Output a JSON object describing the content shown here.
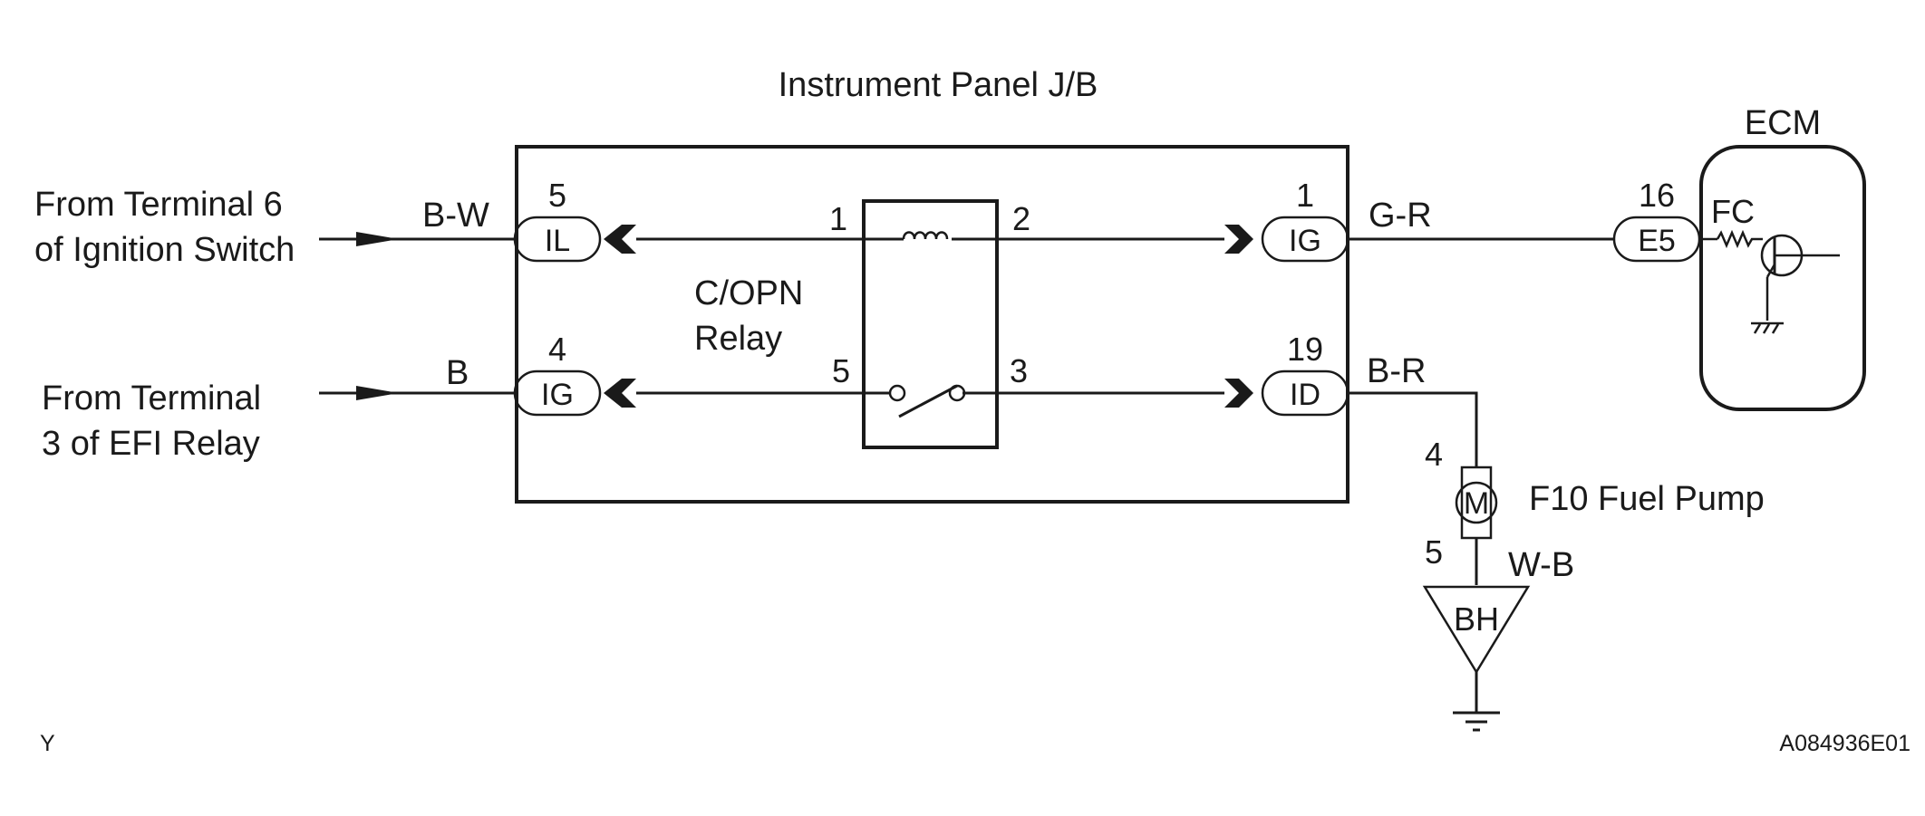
{
  "junction_block": {
    "title": "Instrument Panel J/B"
  },
  "ecm": {
    "title": "ECM",
    "terminal": {
      "pin": "16",
      "name": "E5"
    },
    "signal": "FC"
  },
  "inputs": [
    {
      "line1": "From Terminal 6",
      "line2": "of Ignition Switch",
      "wire": "B-W"
    },
    {
      "line1": "From Terminal",
      "line2": "3 of EFI Relay",
      "wire": "B"
    }
  ],
  "jb_terminals": {
    "left_top": {
      "pin": "5",
      "name": "IL"
    },
    "left_bottom": {
      "pin": "4",
      "name": "IG"
    },
    "right_top": {
      "pin": "1",
      "name": "IG"
    },
    "right_bottom": {
      "pin": "19",
      "name": "ID"
    }
  },
  "relay": {
    "line1": "C/OPN",
    "line2": "Relay",
    "pins": {
      "coil_in": "1",
      "coil_out": "2",
      "switch_in": "5",
      "switch_out": "3"
    }
  },
  "wires": {
    "to_ecm": "G-R",
    "to_pump": "B-R",
    "ground": "W-B"
  },
  "fuel_pump": {
    "label": "F10 Fuel Pump",
    "motor": "M",
    "pin_top": "4",
    "pin_bottom": "5"
  },
  "ground_point": {
    "name": "BH"
  },
  "corner_left": "Y",
  "figure_id": "A084936E01"
}
